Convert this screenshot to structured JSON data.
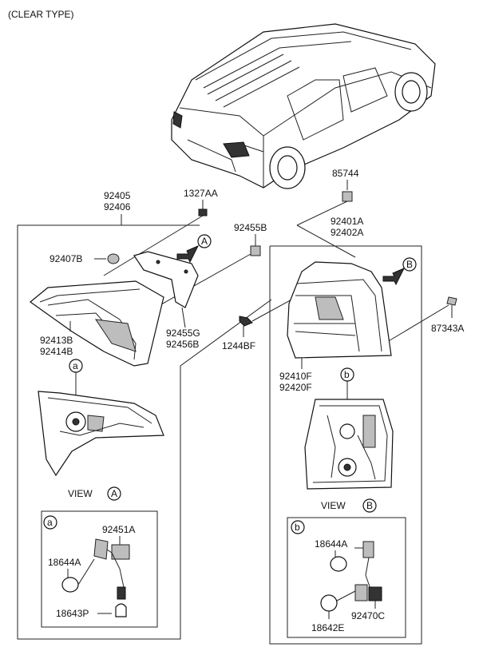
{
  "header": {
    "title": "(CLEAR TYPE)"
  },
  "left_group": {
    "assembly_ids": [
      "92405",
      "92406"
    ],
    "bolt": "1327AA",
    "bracket_ids": [
      "92455B"
    ],
    "gasket": "92407B",
    "lens_ids": [
      "92413B",
      "92414B"
    ],
    "seal_ids": [
      "92455G",
      "92456B"
    ],
    "callout_a": "a",
    "view_label": "VIEW",
    "view_marker": "A"
  },
  "left_detail": {
    "marker": "a",
    "socket": "92451A",
    "bulb": "18644A",
    "bulb2": "18643P"
  },
  "right_group": {
    "clip": "85744",
    "assembly_ids": [
      "92401A",
      "92402A"
    ],
    "screw": "1244BF",
    "screw2": "87343A",
    "lens_ids": [
      "92410F",
      "92420F"
    ],
    "callout_b": "b",
    "view_label": "VIEW",
    "view_marker": "B"
  },
  "right_detail": {
    "marker": "b",
    "bulb": "18644A",
    "bulb2": "18642E",
    "socket": "92470C"
  },
  "colors": {
    "line": "#222222",
    "background": "#ffffff"
  }
}
